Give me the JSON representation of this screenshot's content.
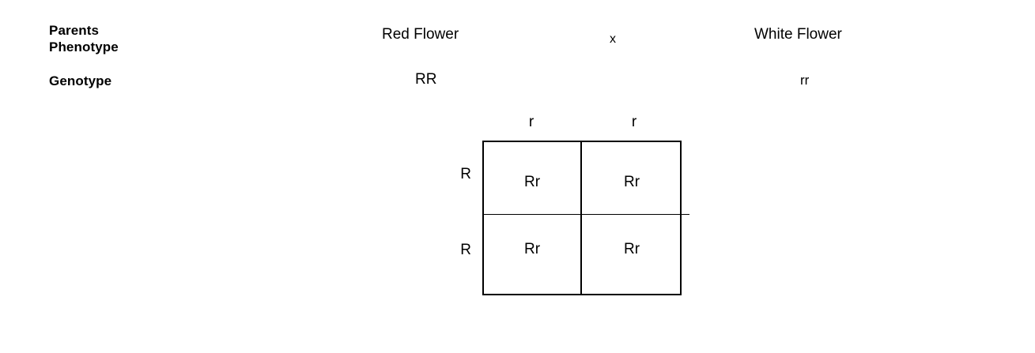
{
  "diagram": {
    "title": "Punnett square monohybrid cross",
    "background_color": "#ffffff",
    "line_color": "#000000"
  },
  "labels": {
    "parents_phenotype": "Parents\nPhenotype",
    "genotype": "Genotype"
  },
  "parents": {
    "cross_symbol": "x",
    "left": {
      "phenotype": "Red Flower",
      "genotype": "RR"
    },
    "right": {
      "phenotype": "White Flower",
      "genotype": "rr"
    }
  },
  "punnett_square": {
    "column_headers": [
      "r",
      "r"
    ],
    "row_headers": [
      "R",
      "R"
    ],
    "cells": [
      [
        "Rr",
        "Rr"
      ],
      [
        "Rr",
        "Rr"
      ]
    ]
  }
}
